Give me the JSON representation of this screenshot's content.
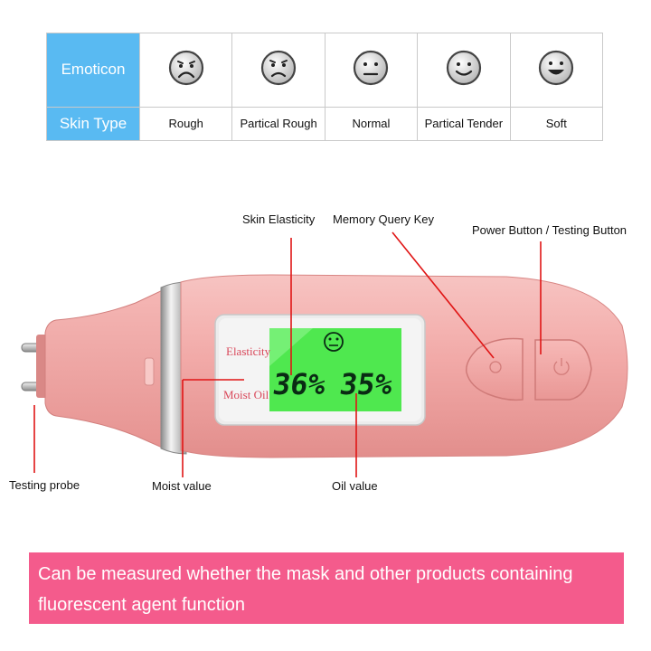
{
  "table": {
    "row1_label": "Emoticon",
    "row2_label": "Skin Type",
    "types": [
      "Rough",
      "Partical Rough",
      "Normal",
      "Partical Tender",
      "Soft"
    ],
    "emoticons": [
      "very-sad-face-icon",
      "sad-face-icon",
      "neutral-face-icon",
      "smile-face-icon",
      "happy-face-icon"
    ]
  },
  "device": {
    "lcd_elasticity": "Elasticity",
    "lcd_moist_oil": "Moist Oil",
    "moist_value": "36%",
    "oil_value": "35%"
  },
  "labels": {
    "skin_elasticity": "Skin Elasticity",
    "memory_query_key": "Memory Query Key",
    "power_button": "Power Button / Testing Button",
    "testing_probe": "Testing probe",
    "moist_value": "Moist value",
    "oil_value": "Oil value"
  },
  "banner": {
    "text": "Can be measured whether the mask and other products containing fluorescent agent function"
  },
  "colors": {
    "table_header": "#59baf2",
    "device_body": "#f2aaa8",
    "lcd_green": "#4fe84f",
    "annotation_line": "#e01515",
    "banner": "#f45b8c"
  }
}
